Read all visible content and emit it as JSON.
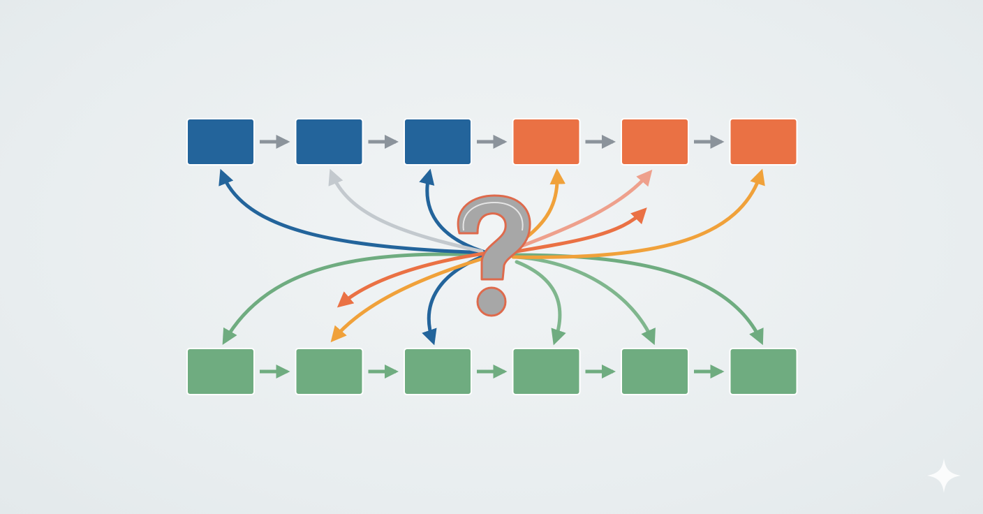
{
  "colors": {
    "background": "#e9eef0",
    "blue": "#23649b",
    "orange": "#ea7144",
    "green": "#6fac80",
    "gray": "#8b939b",
    "light_gray": "#c3c9ce",
    "salmon": "#eea08c",
    "amber": "#f0a13a",
    "question_fill": "#a7a7a7",
    "question_stroke": "#de6a4c"
  },
  "diagram": {
    "top_row": [
      "blue",
      "blue",
      "blue",
      "orange",
      "orange",
      "orange"
    ],
    "bottom_row": [
      "green",
      "green",
      "green",
      "green",
      "green",
      "green"
    ],
    "center_symbol": "?",
    "center_symbol_icon": "question-mark-icon",
    "corner_icon": "sparkle-icon"
  }
}
